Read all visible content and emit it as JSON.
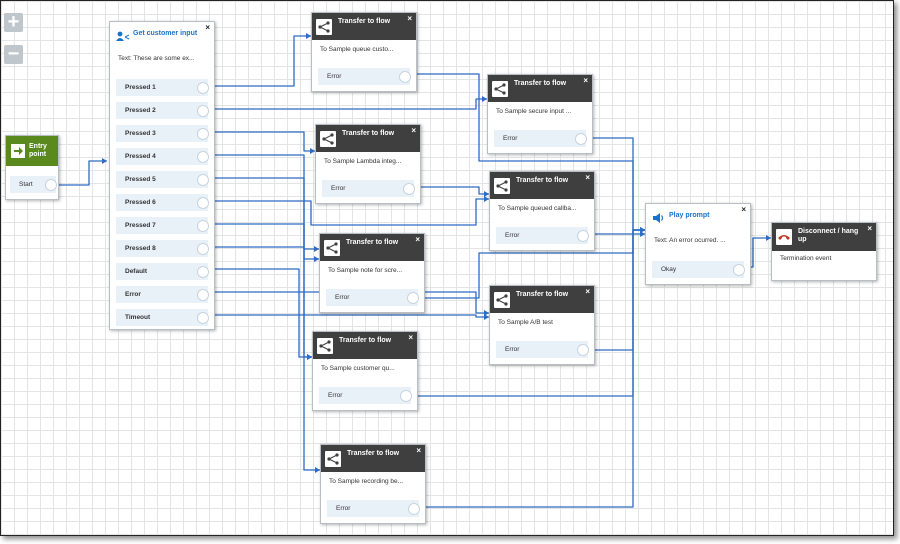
{
  "zoom": {
    "in_label": "+",
    "out_label": "−"
  },
  "entry": {
    "title": "Entry point",
    "port": "Start"
  },
  "get_input": {
    "title": "Get customer input",
    "text": "Text: These are some ex...",
    "ports": [
      "Pressed 1",
      "Pressed 2",
      "Pressed 3",
      "Pressed 4",
      "Pressed 5",
      "Pressed 6",
      "Pressed 7",
      "Pressed 8",
      "Default",
      "Error",
      "Timeout"
    ]
  },
  "transfers": [
    {
      "title": "Transfer to flow",
      "text": "To Sample queue custo...",
      "port": "Error"
    },
    {
      "title": "Transfer to flow",
      "text": "To Sample secure input ...",
      "port": "Error"
    },
    {
      "title": "Transfer to flow",
      "text": "To Sample Lambda integ...",
      "port": "Error"
    },
    {
      "title": "Transfer to flow",
      "text": "To Sample queued callba...",
      "port": "Error"
    },
    {
      "title": "Transfer to flow",
      "text": "To Sample note for scre...",
      "port": "Error"
    },
    {
      "title": "Transfer to flow",
      "text": "To Sample A/B test",
      "port": "Error"
    },
    {
      "title": "Transfer to flow",
      "text": "To Sample customer qu...",
      "port": "Error"
    },
    {
      "title": "Transfer to flow",
      "text": "To Sample recording be...",
      "port": "Error"
    }
  ],
  "play_prompt": {
    "title": "Play prompt",
    "text": "Text: An error ocurred. ...",
    "port": "Okay"
  },
  "disconnect": {
    "title": "Disconnect / hang up",
    "text": "Termination event"
  },
  "close_label": "×",
  "colors": {
    "wire": "#2d6bc4",
    "entry_header": "#5a8a1e",
    "dark_header": "#3f3f3f",
    "link_title": "#1a73c9",
    "port_bg": "#e8f0f8"
  }
}
